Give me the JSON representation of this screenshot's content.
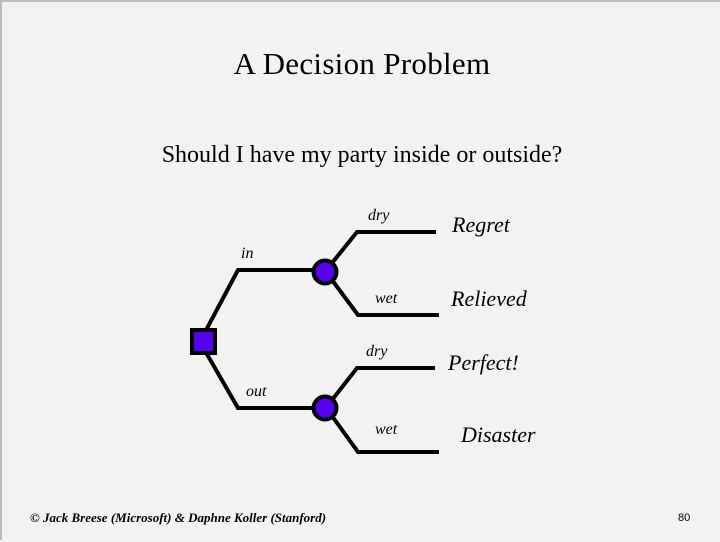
{
  "slide": {
    "title": "A Decision Problem",
    "subtitle": "Should I have my party inside or outside?",
    "background_color": "#f2f2f2",
    "page_number": "80",
    "footer_credit": "© Jack Breese (Microsoft) & Daphne Koller (Stanford)"
  },
  "diagram": {
    "type": "decision-tree",
    "node_fill_color": "#5500ee",
    "node_stroke_color": "#000000",
    "edge_color": "#000000",
    "decision_node": {
      "shape": "square",
      "name": "party-location-decision"
    },
    "chance_nodes": [
      {
        "shape": "circle",
        "name": "weather-chance-inside"
      },
      {
        "shape": "circle",
        "name": "weather-chance-outside"
      }
    ],
    "decision_branches": [
      {
        "label": "in"
      },
      {
        "label": "out"
      }
    ],
    "chance_branches": [
      {
        "label": "dry"
      },
      {
        "label": "wet"
      },
      {
        "label": "dry"
      },
      {
        "label": "wet"
      }
    ],
    "outcomes": [
      {
        "label": "Regret"
      },
      {
        "label": "Relieved"
      },
      {
        "label": "Perfect!"
      },
      {
        "label": "Disaster"
      }
    ]
  }
}
